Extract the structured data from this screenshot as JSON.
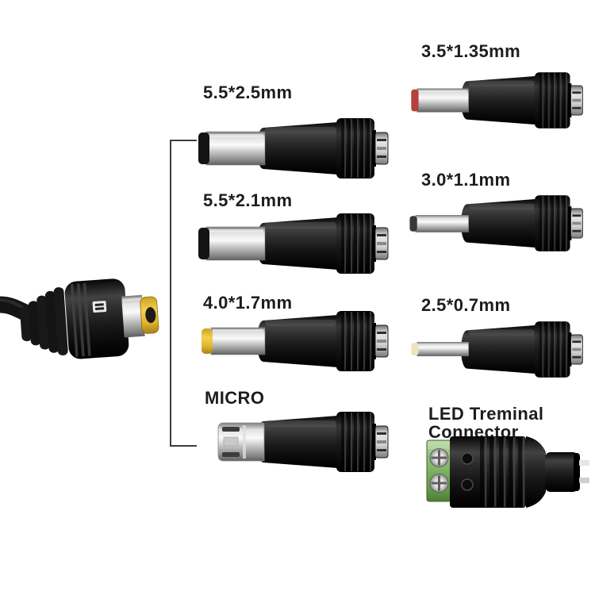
{
  "product": {
    "kind": "photo of universal DC power cable with interchangeable adapter tips",
    "adapter_count": 8
  },
  "adapters": [
    {
      "label": "5.5*2.5mm",
      "tip_style": "metal barrel, black ring tip",
      "column": "left",
      "row": 1
    },
    {
      "label": "5.5*2.1mm",
      "tip_style": "metal barrel, black ring tip",
      "column": "left",
      "row": 2
    },
    {
      "label": "4.0*1.7mm",
      "tip_style": "metal barrel, yellow ring tip",
      "column": "left",
      "row": 3
    },
    {
      "label": "MICRO",
      "tip_style": "micro-USB plug",
      "column": "left",
      "row": 4
    },
    {
      "label": "3.5*1.35mm",
      "tip_style": "metal barrel, red ring tip",
      "column": "right",
      "row": 1
    },
    {
      "label": "3.0*1.1mm",
      "tip_style": "thin metal barrel, dark tip",
      "column": "right",
      "row": 2
    },
    {
      "label": "2.5*0.7mm",
      "tip_style": "thin metal barrel, pale tip",
      "column": "right",
      "row": 3
    },
    {
      "label": "LED Treminal Connector",
      "tip_style": "green screw terminal block with DC jack",
      "column": "right",
      "row": 4
    }
  ],
  "colors": {
    "background": "#ffffff",
    "label_text": "#1d1d1d",
    "bracket_line": "#3c3c3c",
    "connector_body_black": "#1a1a1a",
    "metal_barrel": "#d9d9d9",
    "tip_yellow": "#e6b92f",
    "tip_red": "#b4413c",
    "tip_pale": "#efe4bd",
    "terminal_green": "#74ad52",
    "plug_tip_yellow": "#eec63e"
  }
}
